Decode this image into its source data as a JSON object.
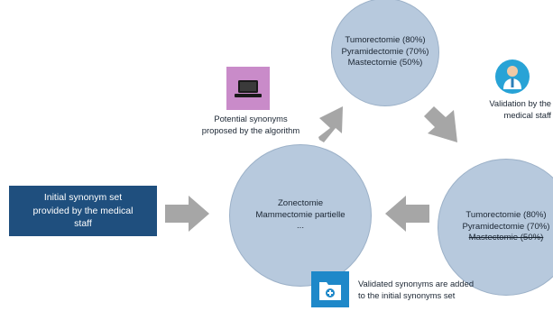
{
  "initial_set": {
    "lines": [
      "Initial synonym set",
      "provided by the medical",
      "staff"
    ]
  },
  "potential_caption": {
    "lines": [
      "Potential synonyms",
      "proposed by the algorithm"
    ]
  },
  "validation_caption": {
    "lines": [
      "Validation by the",
      "medical staff"
    ]
  },
  "added_caption": {
    "lines": [
      "Validated synonyms are added",
      "to the initial synonyms set"
    ]
  },
  "top_circle": {
    "lines": [
      "Tumorectomie (80%)",
      "Pyramidectomie (70%)",
      "Mastectomie (50%)"
    ]
  },
  "right_circle": {
    "lines": [
      "Tumorectomie (80%)",
      "Pyramidectomie (70%)",
      "Mastectomie (50%)"
    ]
  },
  "center_circle": {
    "lines": [
      "Zonectomie",
      "Mammectomie partielle",
      "..."
    ]
  },
  "icons": {
    "laptop": "laptop-icon",
    "doctor": "doctor-icon",
    "folder": "folder-add-icon"
  },
  "colors": {
    "circle_fill": "#b7c9dd",
    "dark_box": "#1f4f7e",
    "arrow": "#a6a6a6",
    "laptop_bg": "#c98bc9",
    "doctor_bg": "#28a3d6",
    "folder_bg": "#1e88c9"
  }
}
